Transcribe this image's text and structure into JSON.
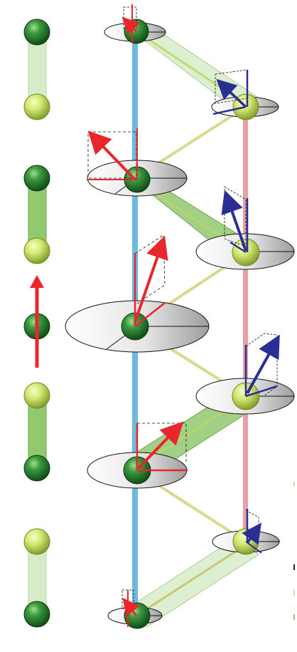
{
  "colors": {
    "dark_atom": "#1f7a2a",
    "light_atom": "#c9e36a",
    "red_vector": "#e8262b",
    "blue_vector": "#2b2f95",
    "blue_chain": "#6fb9dd",
    "pink_chain": "#e8a0a8",
    "dimer_band_light": "#d6ecc8",
    "dimer_band_strong": "#92c86e",
    "zigzag_bond": "#d8d98a",
    "ellipse_fill": "#e3e3e3",
    "ellipse_stroke": "#111111"
  },
  "left_panel": {
    "atoms": [
      {
        "kind": "dark"
      },
      {
        "kind": "light"
      },
      {
        "kind": "dark"
      },
      {
        "kind": "light"
      },
      {
        "kind": "dark"
      },
      {
        "kind": "light"
      },
      {
        "kind": "dark"
      },
      {
        "kind": "light"
      },
      {
        "kind": "dark"
      }
    ],
    "bonds": [
      {
        "from": 0,
        "to": 1,
        "strength": "weak"
      },
      {
        "from": 2,
        "to": 3,
        "strength": "strong"
      },
      {
        "from": 5,
        "to": 6,
        "strength": "strong"
      },
      {
        "from": 7,
        "to": 8,
        "strength": "weak"
      }
    ],
    "arrow": {
      "direction": "up",
      "color": "red"
    }
  },
  "right_panel": {
    "chains": [
      {
        "name": "left-chain",
        "color": "blue_chain",
        "atom": "dark"
      },
      {
        "name": "right-chain",
        "color": "pink_chain",
        "atom": "light"
      }
    ],
    "sites": [
      {
        "chain": "left",
        "atom": "dark",
        "ellipse_size": "small",
        "vector": "red"
      },
      {
        "chain": "right",
        "atom": "light",
        "ellipse_size": "medium",
        "vector": "blue"
      },
      {
        "chain": "left",
        "atom": "dark",
        "ellipse_size": "large",
        "vector": "red"
      },
      {
        "chain": "right",
        "atom": "light",
        "ellipse_size": "large",
        "vector": "blue"
      },
      {
        "chain": "left",
        "atom": "dark",
        "ellipse_size": "largest",
        "vector": "red"
      },
      {
        "chain": "right",
        "atom": "light",
        "ellipse_size": "large",
        "vector": "blue"
      },
      {
        "chain": "left",
        "atom": "dark",
        "ellipse_size": "large",
        "vector": "red"
      },
      {
        "chain": "right",
        "atom": "light",
        "ellipse_size": "medium",
        "vector": "blue"
      },
      {
        "chain": "left",
        "atom": "dark",
        "ellipse_size": "small",
        "vector": "red"
      }
    ]
  }
}
